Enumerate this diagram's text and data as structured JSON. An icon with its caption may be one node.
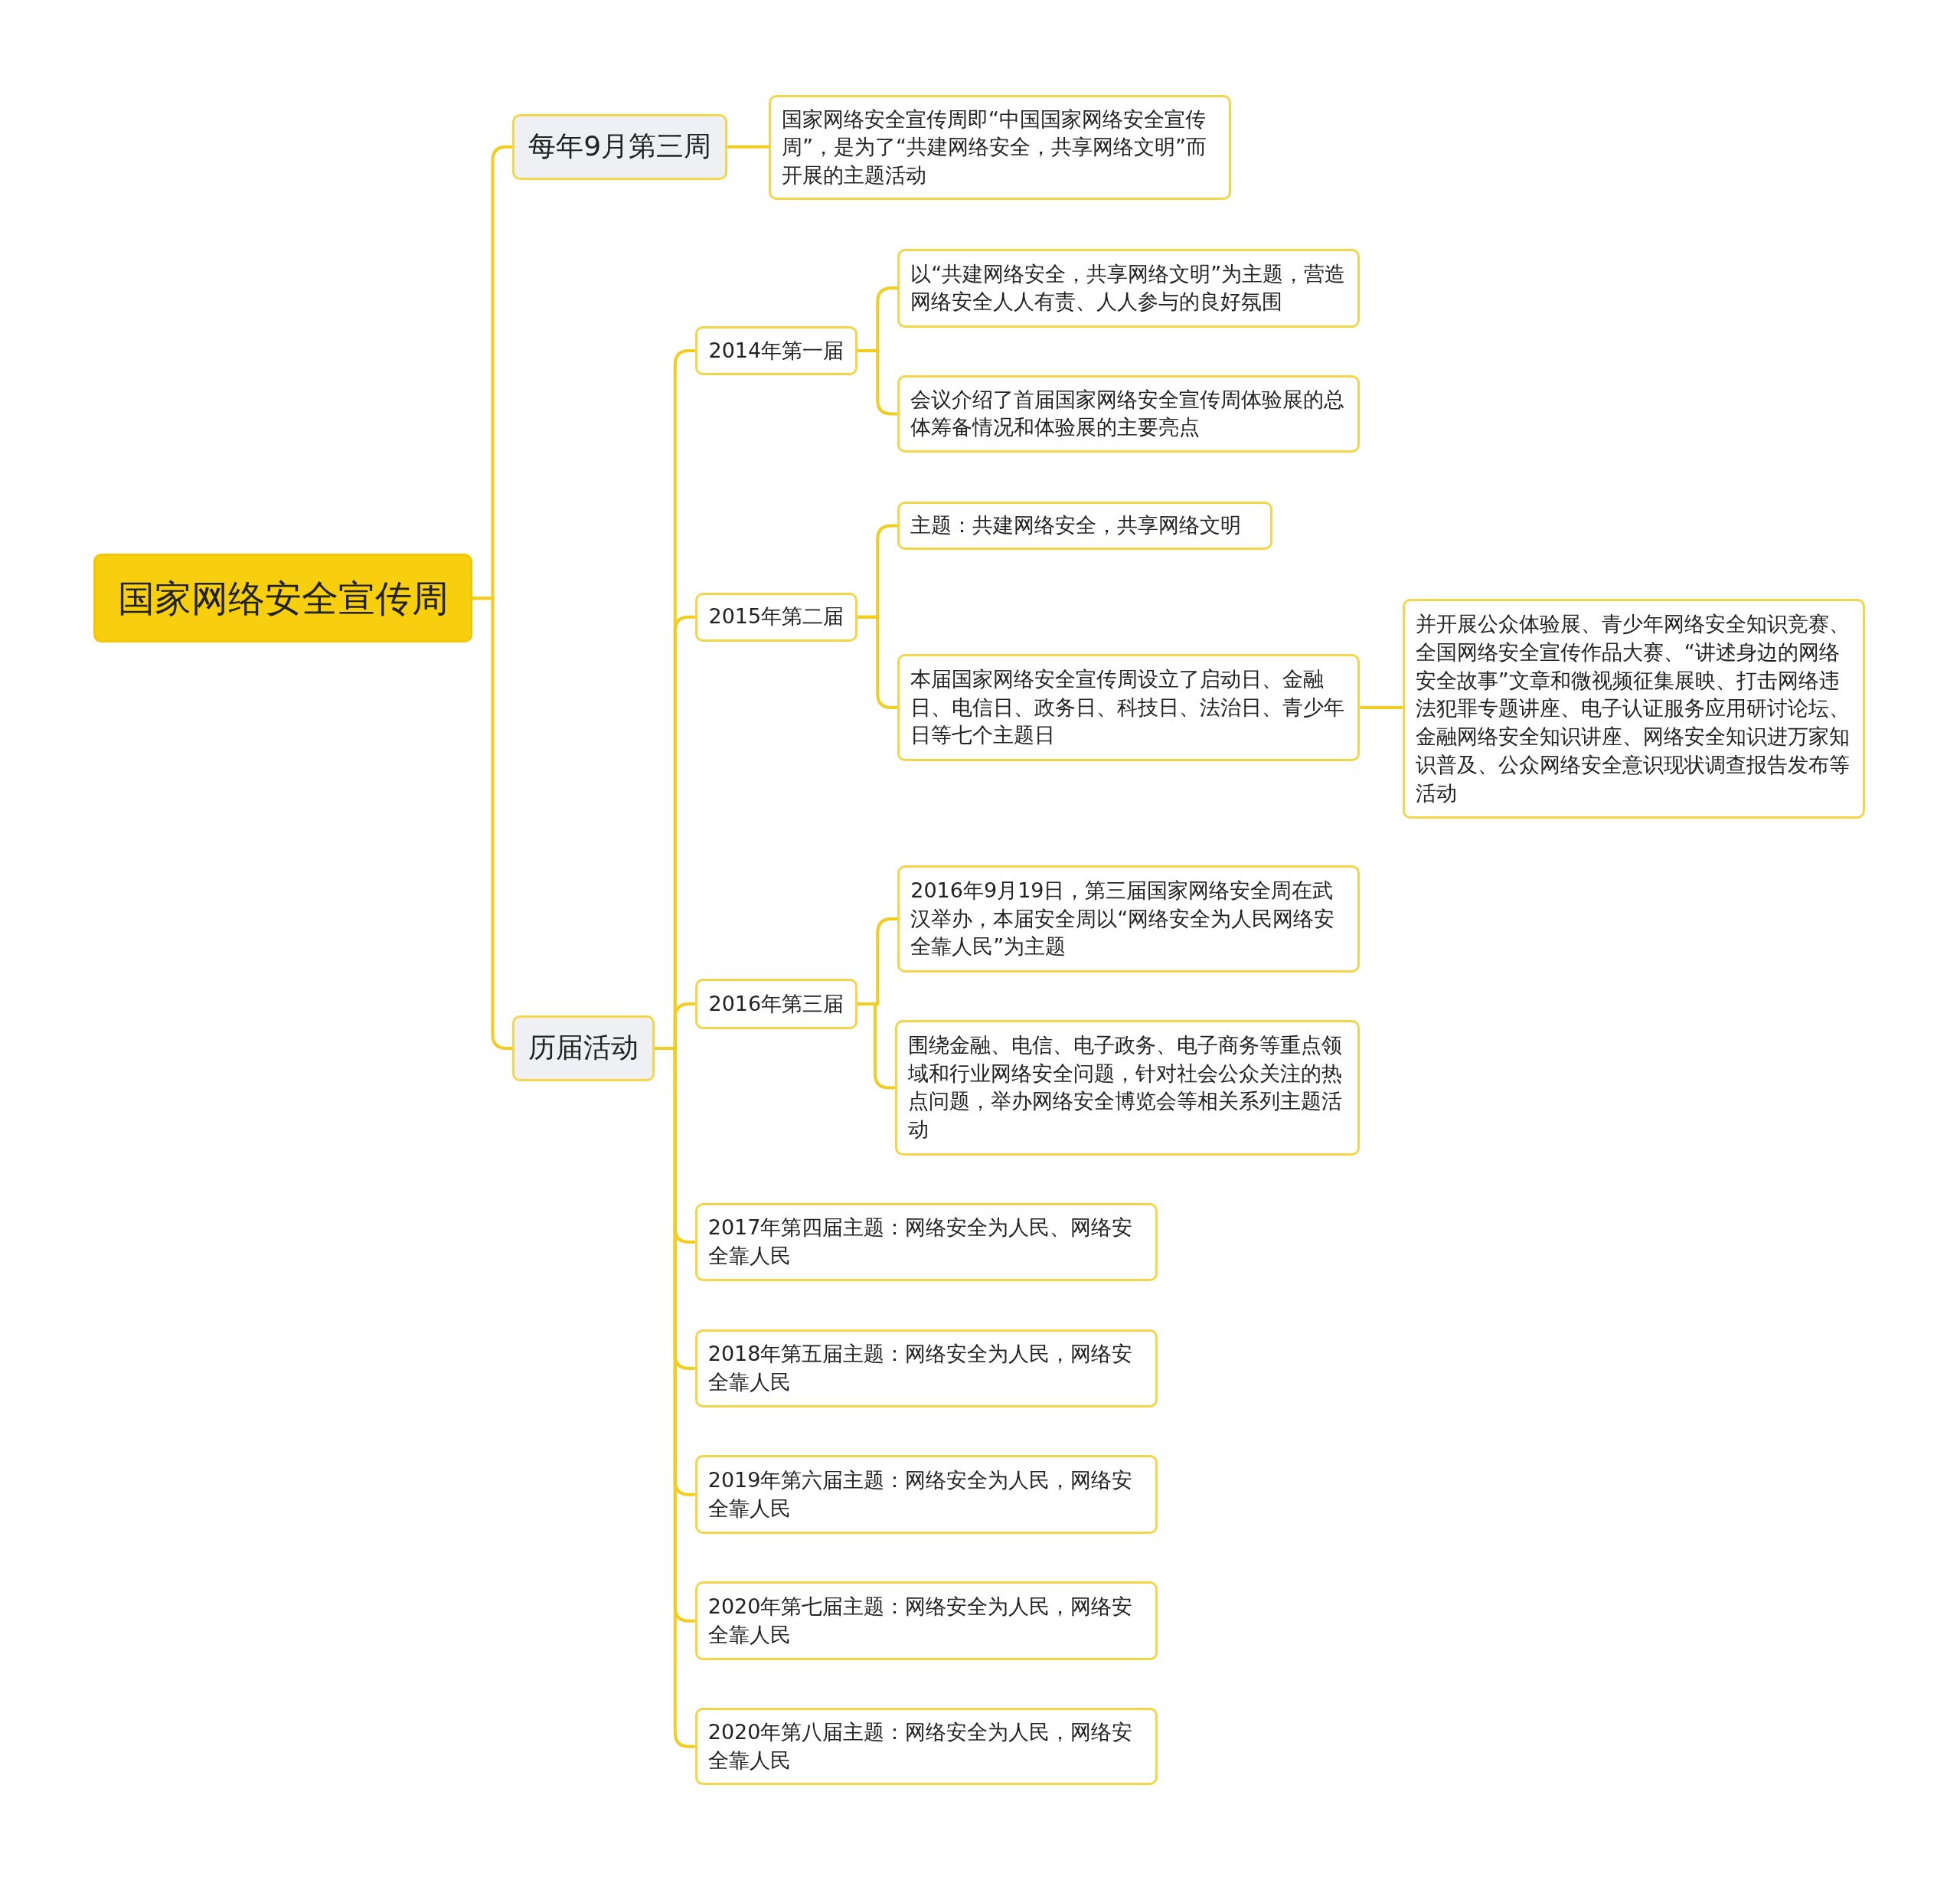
{
  "diagram": {
    "nodes": [
      {
        "text": [
          "国家网络安全宣传周"
        ]
      },
      {
        "text": [
          "每年9月第三周"
        ]
      },
      {
        "text": [
          "国家网络安全宣传周即“中国国家网络安全宣传周”，是为了“共建网络安全，共享网络文明”而开展的主题活动"
        ]
      },
      {
        "text": [
          "历届活动"
        ]
      },
      {
        "text": [
          "2014年第一届"
        ]
      },
      {
        "text": [
          "以“共建网络安全，共享网络文明”为主题，营造网络安全人人有责、人人参与的良好氛围"
        ]
      },
      {
        "text": [
          "会议介绍了首届国家网络安全宣传周体验展的总体筹备情况和体验展的主要亮点"
        ]
      },
      {
        "text": [
          "2015年第二届"
        ]
      },
      {
        "text": [
          "主题：共建网络安全，共享网络文明"
        ]
      },
      {
        "text": [
          "本届国家网络安全宣传周设立了启动日、金融日、电信日、政务日、科技日、法治日、青少年日等七个主题日"
        ]
      },
      {
        "text": [
          "并开展公众体验展、青少年网络安全知识竞赛、全国网络安全宣传作品大赛、“讲述身边的网络安全故事”文章和微视频征集展映、打击网络违法犯罪专题讲座、电子认证服务应用研讨论坛、金融网络安全知识讲座、网络安全知识进万家知识普及、公众网络安全意识现状调查报告发布等活动"
        ]
      },
      {
        "text": [
          "2016年第三届"
        ]
      },
      {
        "text": [
          "2016年9月19日，第三届国家网络安全周在武汉举办，本届安全周以“网络安全为人民网络安全靠人民”为主题"
        ]
      },
      {
        "text": [
          "围绕金融、电信、电子政务、电子商务等重点领域和行业网络安全问题，针对社会公众关注的热点问题，举办网络安全博览会等相关系列主题活动"
        ]
      },
      {
        "text": [
          "2017年第四届主题：网络安全为人民、网络安全靠人民"
        ]
      },
      {
        "text": [
          "2018年第五届主题：网络安全为人民，网络安全靠人民"
        ]
      },
      {
        "text": [
          "2019年第六届主题：网络安全为人民，网络安全靠人民"
        ]
      },
      {
        "text": [
          "2020年第七届主题：网络安全为人民，网络安全靠人民"
        ]
      },
      {
        "text": [
          "2020年第八届主题：网络安全为人民，网络安全靠人民"
        ]
      }
    ],
    "edges": [
      {
        "from": 0,
        "to": 1,
        "arrow": "none"
      },
      {
        "from": 1,
        "to": 2,
        "arrow": "none"
      },
      {
        "from": 0,
        "to": 3,
        "arrow": "none"
      },
      {
        "from": 3,
        "to": 4,
        "arrow": "none"
      },
      {
        "from": 4,
        "to": 5,
        "arrow": "none"
      },
      {
        "from": 4,
        "to": 6,
        "arrow": "none"
      },
      {
        "from": 3,
        "to": 7,
        "arrow": "none"
      },
      {
        "from": 7,
        "to": 8,
        "arrow": "none"
      },
      {
        "from": 7,
        "to": 9,
        "arrow": "none"
      },
      {
        "from": 9,
        "to": 10,
        "arrow": "none"
      },
      {
        "from": 3,
        "to": 11,
        "arrow": "none"
      },
      {
        "from": 11,
        "to": 12,
        "arrow": "none"
      },
      {
        "from": 11,
        "to": 13,
        "arrow": "none"
      },
      {
        "from": 3,
        "to": 14,
        "arrow": "none"
      },
      {
        "from": 3,
        "to": 15,
        "arrow": "none"
      },
      {
        "from": 3,
        "to": 16,
        "arrow": "none"
      },
      {
        "from": 3,
        "to": 17,
        "arrow": "none"
      },
      {
        "from": 3,
        "to": 18,
        "arrow": "none"
      }
    ]
  }
}
